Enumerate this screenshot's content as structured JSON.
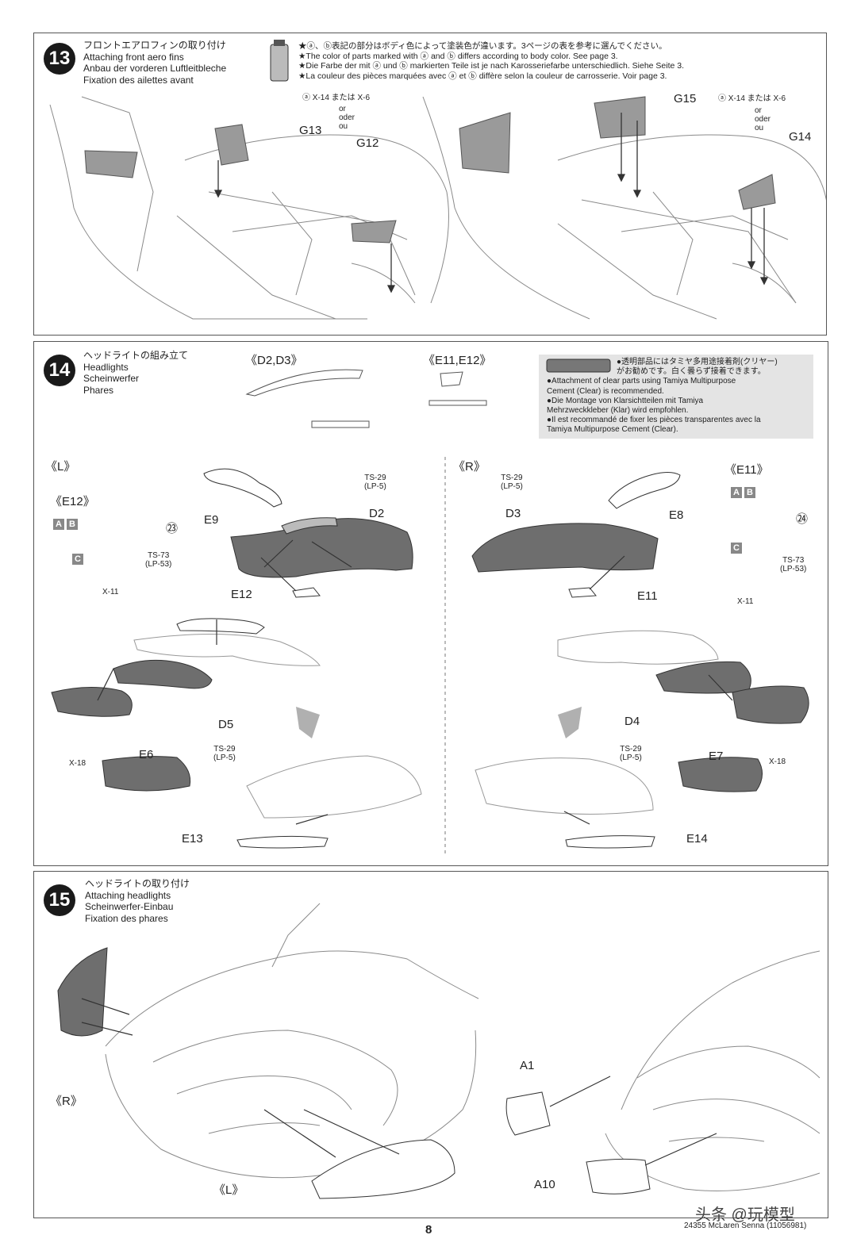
{
  "step13": {
    "number": "13",
    "title_ja": "フロントエアロフィンの取り付け",
    "title_en": "Attaching front aero fins",
    "title_de": "Anbau der vorderen Luftleitbleche",
    "title_fr": "Fixation des ailettes avant",
    "note_ja": "★ⓐ、ⓑ表記の部分はボディ色によって塗装色が違います。3ページの表を参考に選んでください。",
    "note_en": "★The color of parts marked with ⓐ and ⓑ differs according to body color. See page 3.",
    "note_de": "★Die Farbe der mit ⓐ und ⓑ markierten Teile ist je nach Karosseriefarbe unterschiedlich. Siehe Seite 3.",
    "note_fr": "★La couleur des pièces marquées avec ⓐ et ⓑ diffère selon la couleur de carrosserie. Voir page 3.",
    "paint_left": "ⓐ X-14 または X-6",
    "or_en": "or",
    "or_de": "oder",
    "or_fr": "ou",
    "part_g13": "G13",
    "part_g12": "G12",
    "part_g15": "G15",
    "paint_right": "ⓐ X-14 または X-6",
    "part_g14": "G14"
  },
  "step14": {
    "number": "14",
    "title_ja": "ヘッドライトの組み立て",
    "title_en": "Headlights",
    "title_de": "Scheinwerfer",
    "title_fr": "Phares",
    "sub_d": "《D2,D3》",
    "sub_e": "《E11,E12》",
    "cement_ja1": "●透明部品にはタミヤ多用途接着剤(クリヤー)",
    "cement_ja2": "がお勧めです。白く曇らず接着できます。",
    "cement_en1": "●Attachment of clear parts using Tamiya Multipurpose",
    "cement_en2": "Cement (Clear) is recommended.",
    "cement_de1": "●Die Montage von Klarsichtteilen mit Tamiya",
    "cement_de2": "Mehrzweckkleber (Klar) wird empfohlen.",
    "cement_fr1": "●Il est recommandé de fixer les pièces transparentes avec la",
    "cement_fr2": "Tamiya Multipurpose Cement (Clear).",
    "side_l": "《L》",
    "side_r": "《R》",
    "e12_title": "《E12》",
    "e11_title": "《E11》",
    "mark_a": "A",
    "mark_b": "B",
    "mark_c": "C",
    "ref_23": "㉓",
    "ref_24": "㉔",
    "ts73": "TS-73",
    "lp53": "(LP-53)",
    "x11": "X-11",
    "ts29": "TS-29",
    "lp5": "(LP-5)",
    "e9": "E9",
    "d2": "D2",
    "e12": "E12",
    "d3": "D3",
    "e8": "E8",
    "e11": "E11",
    "d5": "D5",
    "e6": "E6",
    "x18": "X-18",
    "e13": "E13",
    "d4": "D4",
    "e7": "E7",
    "e14": "E14"
  },
  "step15": {
    "number": "15",
    "title_ja": "ヘッドライトの取り付け",
    "title_en": "Attaching headlights",
    "title_de": "Scheinwerfer-Einbau",
    "title_fr": "Fixation des phares",
    "side_r": "《R》",
    "side_l": "《L》",
    "a1": "A1",
    "a10": "A10"
  },
  "footer": {
    "page": "8",
    "code": "24355 McLaren Senna (11056981)",
    "watermark": "头条 @玩模型"
  },
  "colors": {
    "frame": "#555555",
    "part_fill": "#9a9a9a",
    "dark_fill": "#6e6e6e",
    "line": "#777777"
  }
}
